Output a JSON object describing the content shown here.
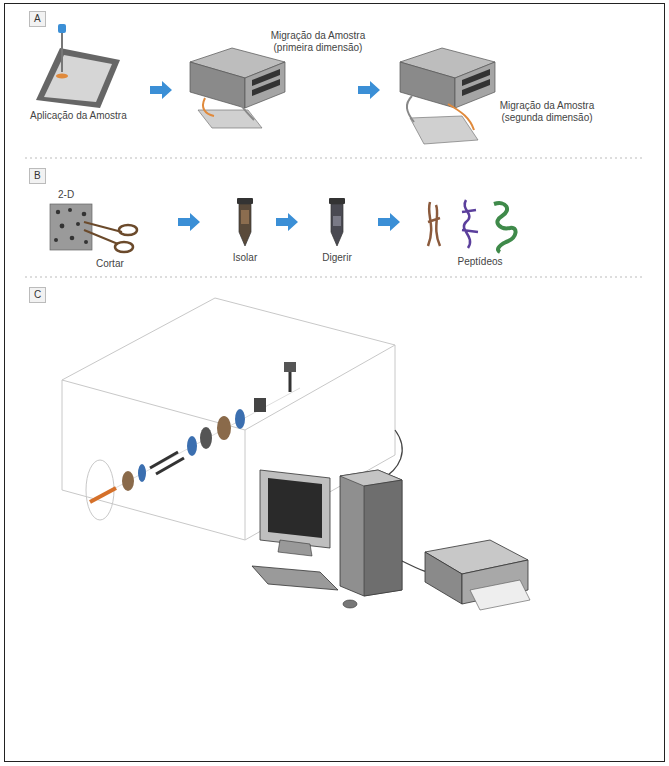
{
  "diagram": {
    "labels": [
      "A",
      "Aplicação da Amostra",
      "Migração da Amostra (primeira dimensão)",
      "Migração da Amostra (segunda dimensão)",
      "B",
      "2-D",
      "Cortar",
      "Isolar",
      "Digerir",
      "Peptídeos",
      "C"
    ]
  }
}
